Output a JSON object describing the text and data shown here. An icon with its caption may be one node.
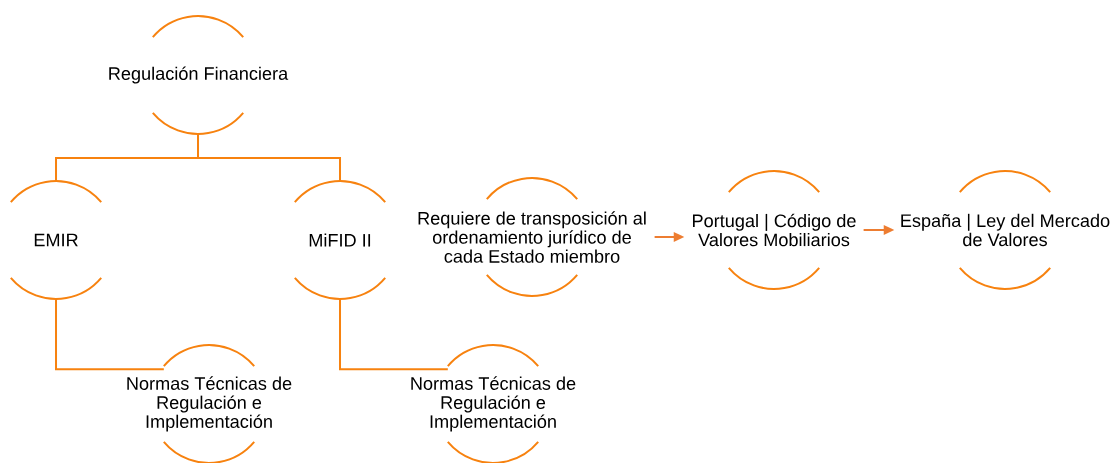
{
  "diagram": {
    "nodes": [
      {
        "text": [
          "Regulación Financiera"
        ]
      },
      {
        "text": [
          "EMIR"
        ]
      },
      {
        "text": [
          "MiFID II"
        ]
      },
      {
        "text": [
          "Normas Técnicas de Regulación e Implementación"
        ]
      },
      {
        "text": [
          "Normas Técnicas de Regulación e Implementación"
        ]
      },
      {
        "text": [
          "Requiere de transposición al ordenamiento jurídico de cada Estado miembro"
        ]
      },
      {
        "text": [
          "Portugal | Código de Valores Mobiliarios"
        ]
      },
      {
        "text": [
          "España | Ley del Mercado de Valores"
        ]
      }
    ],
    "edges": [
      {
        "from": 0,
        "to": 1,
        "arrow": "none"
      },
      {
        "from": 0,
        "to": 2,
        "arrow": "none"
      },
      {
        "from": 1,
        "to": 3,
        "arrow": "none"
      },
      {
        "from": 2,
        "to": 4,
        "arrow": "none"
      },
      {
        "from": 5,
        "to": 6,
        "arrow": "to",
        "color": "#ed7d31"
      },
      {
        "from": 6,
        "to": 7,
        "arrow": "to",
        "color": "#ed7d31"
      }
    ]
  }
}
